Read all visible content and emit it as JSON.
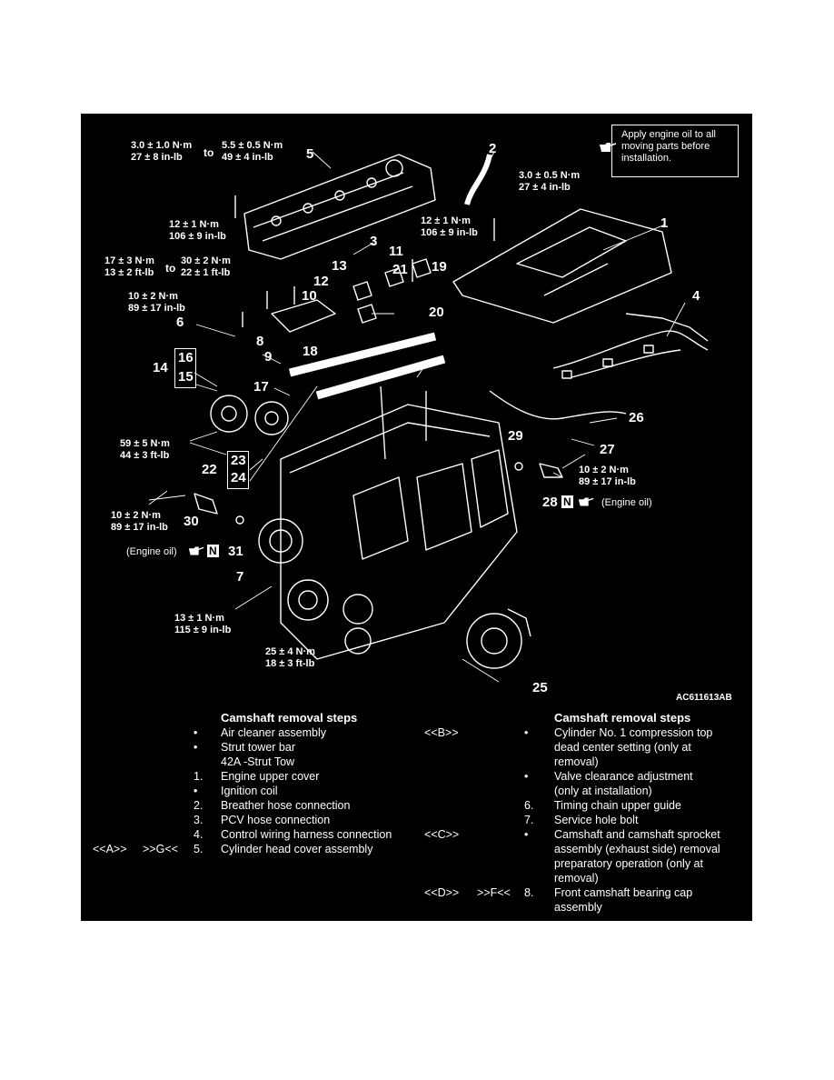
{
  "note": {
    "text": "Apply engine oil to all moving parts before installation."
  },
  "torques": {
    "t1a": "3.0 ± 1.0 N·m\n27 ± 8 in-lb",
    "t1to": "to",
    "t1b": "5.5 ± 0.5 N·m\n49 ± 4 in-lb",
    "t2": "3.0 ± 0.5 N·m\n27 ± 4 in-lb",
    "t3": "12 ± 1 N·m\n106 ± 9 in-lb",
    "t4": "12 ± 1 N·m\n106 ± 9 in-lb",
    "t5a": "17 ± 3 N·m\n13 ± 2 ft-lb",
    "t5to": "to",
    "t5b": "30 ± 2 N·m\n22 ± 1 ft-lb",
    "t6": "10 ± 2 N·m\n89 ± 17 in-lb",
    "t7": "59 ± 5 N·m\n44 ± 3 ft-lb",
    "t8": "10 ± 2 N·m\n89 ± 17 in-lb",
    "t9": "10 ± 2 N·m\n89 ± 17 in-lb",
    "t10": "13 ± 1 N·m\n115 ± 9 in-lb",
    "t11": "25 ± 4 N·m\n18 ± 3 ft-lb"
  },
  "oil_labels": {
    "left": "(Engine oil)",
    "right": "(Engine oil)",
    "n_mark": "N"
  },
  "callouts": [
    "1",
    "2",
    "3",
    "4",
    "5",
    "6",
    "7",
    "8",
    "9",
    "10",
    "11",
    "12",
    "13",
    "14",
    "15",
    "16",
    "17",
    "18",
    "19",
    "20",
    "21",
    "22",
    "23",
    "24",
    "25",
    "26",
    "27",
    "28",
    "29",
    "30",
    "31"
  ],
  "figure_id": "AC611613AB",
  "left_steps": {
    "header": "Camshaft removal steps",
    "rows": [
      {
        "tag": "",
        "tag2": "",
        "num": "•",
        "text": "Air cleaner assembly"
      },
      {
        "tag": "",
        "tag2": "",
        "num": "•",
        "text": "Strut tower bar"
      },
      {
        "tag": "",
        "tag2": "",
        "num": "",
        "text": "42A -Strut Tow"
      },
      {
        "tag": "",
        "tag2": "",
        "num": "1.",
        "text": "Engine upper cover"
      },
      {
        "tag": "",
        "tag2": "",
        "num": "•",
        "text": "Ignition coil"
      },
      {
        "tag": "",
        "tag2": "",
        "num": "2.",
        "text": "Breather hose connection"
      },
      {
        "tag": "",
        "tag2": "",
        "num": "3.",
        "text": "PCV hose connection"
      },
      {
        "tag": "",
        "tag2": "",
        "num": "4.",
        "text": "Control wiring harness connection"
      },
      {
        "tag": "<<A>>",
        "tag2": ">>G<<",
        "num": "5.",
        "text": "Cylinder head cover assembly"
      }
    ]
  },
  "right_steps": {
    "header": "Camshaft removal steps",
    "rows": [
      {
        "tag": "<<B>>",
        "tag2": "",
        "num": "•",
        "text": "Cylinder No. 1 compression top\ndead center setting (only at\nremoval)"
      },
      {
        "tag": "",
        "tag2": "",
        "num": "•",
        "text": "Valve clearance adjustment\n(only at installation)"
      },
      {
        "tag": "",
        "tag2": "",
        "num": "6.",
        "text": "Timing chain upper guide"
      },
      {
        "tag": "",
        "tag2": "",
        "num": "7.",
        "text": "Service hole bolt"
      },
      {
        "tag": "<<C>>",
        "tag2": "",
        "num": "•",
        "text": "Camshaft and camshaft sprocket\nassembly (exhaust side) removal\npreparatory operation (only at\nremoval)"
      },
      {
        "tag": "<<D>>",
        "tag2": ">>F<<",
        "num": "8.",
        "text": "Front camshaft bearing cap\nassembly"
      }
    ]
  }
}
